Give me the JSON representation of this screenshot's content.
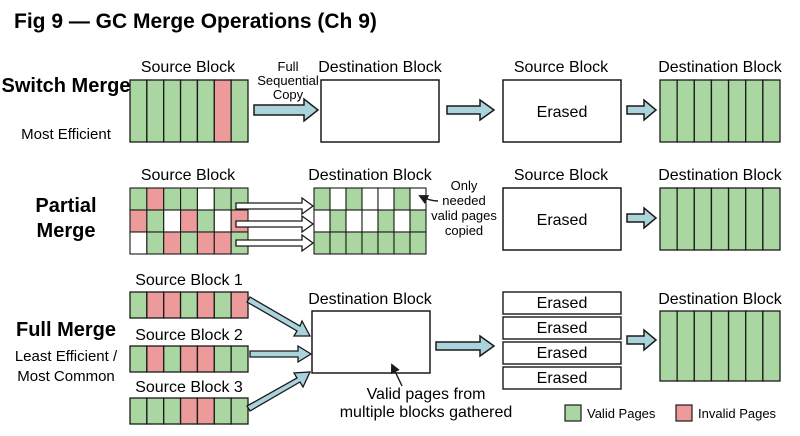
{
  "title": "Fig 9 — GC Merge Operations (Ch 9)",
  "colors": {
    "valid": "#a9d6a1",
    "invalid": "#ec9a9a",
    "empty": "#ffffff",
    "arrow_fill": "#aad3dc",
    "stroke": "#1a1a1a"
  },
  "switch_merge": {
    "name": "Switch Merge",
    "subtitle": "Most Efficient",
    "source_label": "Source Block",
    "copy_label_line1": "Full",
    "copy_label_line2": "Sequential",
    "copy_label_line3": "Copy",
    "dest_label": "Destination Block",
    "erased_source_label": "Source Block",
    "erased_text": "Erased",
    "final_label": "Destination Block",
    "source_pages": [
      "V",
      "V",
      "V",
      "V",
      "V",
      "I",
      "V"
    ],
    "final_pages": [
      "V",
      "V",
      "V",
      "V",
      "V",
      "V",
      "V"
    ]
  },
  "partial_merge": {
    "name_line1": "Partial",
    "name_line2": "Merge",
    "source_label": "Source Block",
    "dest_label": "Destination Block",
    "note_line1": "Only",
    "note_line2": "needed",
    "note_line3": "valid pages",
    "note_line4": "copied",
    "erased_source_label": "Source Block",
    "erased_text": "Erased",
    "final_label": "Destination Block",
    "source_grid": [
      [
        "V",
        "I",
        "V",
        "V",
        "E",
        "V",
        "V"
      ],
      [
        "I",
        "V",
        "E",
        "I",
        "V",
        "E",
        "I"
      ],
      [
        "E",
        "V",
        "I",
        "V",
        "I",
        "I",
        "V"
      ]
    ],
    "dest_grid": [
      [
        "V",
        "E",
        "V",
        "E",
        "E",
        "V",
        "E"
      ],
      [
        "E",
        "V",
        "E",
        "E",
        "V",
        "E",
        "V"
      ],
      [
        "V",
        "V",
        "V",
        "V",
        "V",
        "V",
        "V"
      ]
    ],
    "final_pages": [
      "V",
      "V",
      "V",
      "V",
      "V",
      "V",
      "V"
    ]
  },
  "full_merge": {
    "name": "Full Merge",
    "subtitle_line1": "Least Efficient /",
    "subtitle_line2": "Most Common",
    "sources": [
      {
        "label": "Source Block 1",
        "pages": [
          "V",
          "I",
          "I",
          "V",
          "I",
          "V",
          "I"
        ]
      },
      {
        "label": "Source Block 2",
        "pages": [
          "V",
          "I",
          "V",
          "I",
          "I",
          "V",
          "V"
        ]
      },
      {
        "label": "Source Block 3",
        "pages": [
          "V",
          "V",
          "V",
          "I",
          "I",
          "V",
          "V"
        ]
      }
    ],
    "dest_label": "Destination Block",
    "note_line1": "Valid pages from",
    "note_line2": "multiple blocks gathered",
    "erased_blocks": [
      "Erased",
      "Erased",
      "Erased",
      "Erased"
    ],
    "final_label": "Destination Block",
    "final_pages": [
      "V",
      "V",
      "V",
      "V",
      "V",
      "V",
      "V"
    ]
  },
  "legend": {
    "valid_label": "Valid Pages",
    "invalid_label": "Invalid Pages"
  }
}
